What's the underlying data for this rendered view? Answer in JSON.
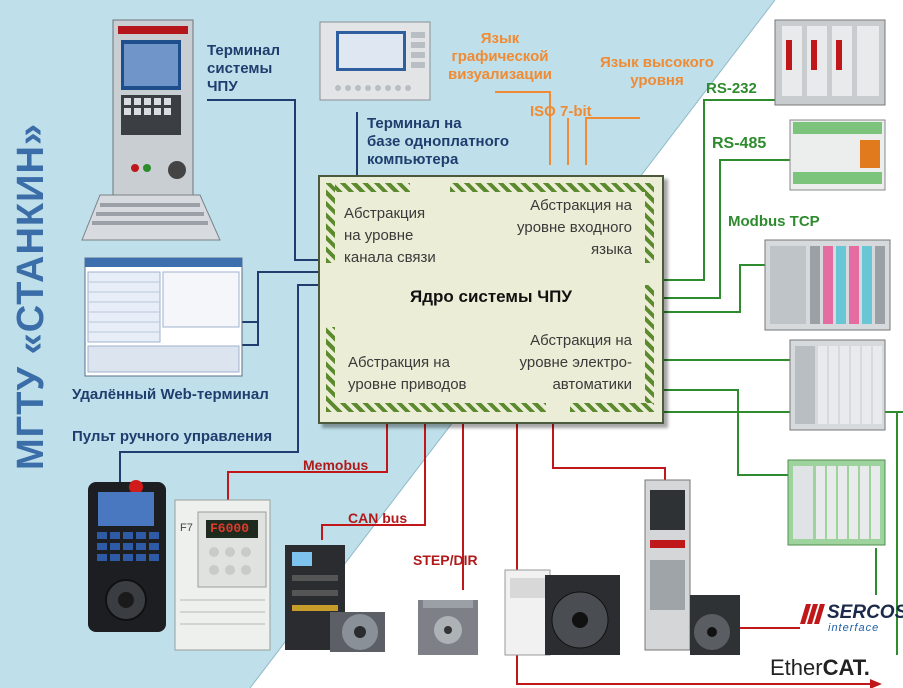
{
  "university": "МГТУ «СТАНКИН»",
  "core": {
    "title": "Ядро системы ЧПУ",
    "abstraction_channel": [
      "Абстракция",
      "на уровне",
      "канала связи"
    ],
    "abstraction_input": [
      "Абстракция на",
      "уровне входного",
      "языка"
    ],
    "abstraction_drives": [
      "Абстракция на",
      "уровне приводов"
    ],
    "abstraction_electro": [
      "Абстракция на",
      "уровне электро-",
      "автоматики"
    ]
  },
  "left_labels": {
    "cnc_terminal": [
      "Терминал",
      "системы",
      "ЧПУ"
    ],
    "sbc_terminal": [
      "Терминал на",
      "базе одноплатного",
      "компьютера"
    ],
    "web_terminal": "Удалённый Web-терминал",
    "manual_panel": "Пульт ручного управления"
  },
  "top_labels": {
    "graphic_lang": [
      "Язык",
      "графической",
      "визуализации"
    ],
    "high_level_lang": [
      "Язык высокого",
      "уровня"
    ],
    "iso": "ISO 7-bit"
  },
  "protocols": {
    "rs232": "RS-232",
    "rs485": "RS-485",
    "modbus": "Modbus TCP",
    "memobus": "Memobus",
    "canbus": "CAN bus",
    "stepdir": "STEP/DIR",
    "sercos": "SERCOS",
    "sercos_sub": "interface",
    "ethercat_a": "Ether",
    "ethercat_b": "CAT."
  },
  "device_screen": {
    "inverter_display": "F6000",
    "inverter_model": "F7"
  },
  "colors": {
    "panel_bg": "#bfe0ea",
    "navy": "#1f3d6e",
    "orange": "#f08a33",
    "green": "#2e8b2e",
    "red": "#b01a1a",
    "hatch": "#5c8a2e"
  }
}
